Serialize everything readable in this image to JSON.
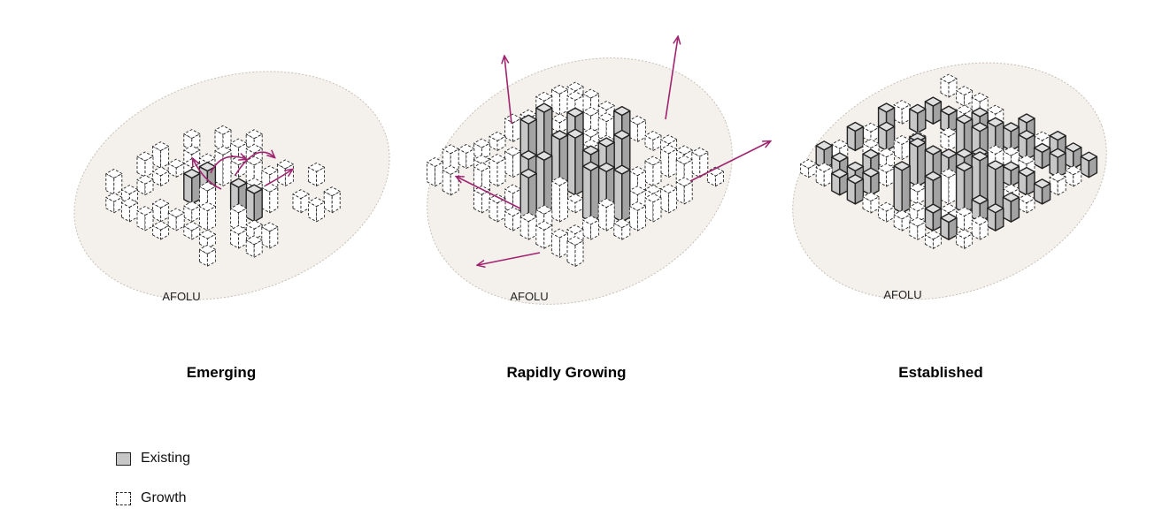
{
  "colors": {
    "ellipse_fill": "#f4f0ec",
    "ellipse_stroke": "#c8bfb6",
    "arrow": "#a0246f",
    "existing_fill": "#c7c7c7",
    "existing_side": "#a3a3a3",
    "existing_top": "#e0e0e0",
    "outline": "#222222",
    "growth_fill": "#ffffff"
  },
  "stages": [
    {
      "caption": "Emerging",
      "region_label": "AFOLU"
    },
    {
      "caption": "Rapidly Growing",
      "region_label": "AFOLU"
    },
    {
      "caption": "Established",
      "region_label": "AFOLU"
    }
  ],
  "legend": [
    {
      "label": "Existing",
      "style": "solid-gray"
    },
    {
      "label": "Growth",
      "style": "dashed"
    }
  ]
}
